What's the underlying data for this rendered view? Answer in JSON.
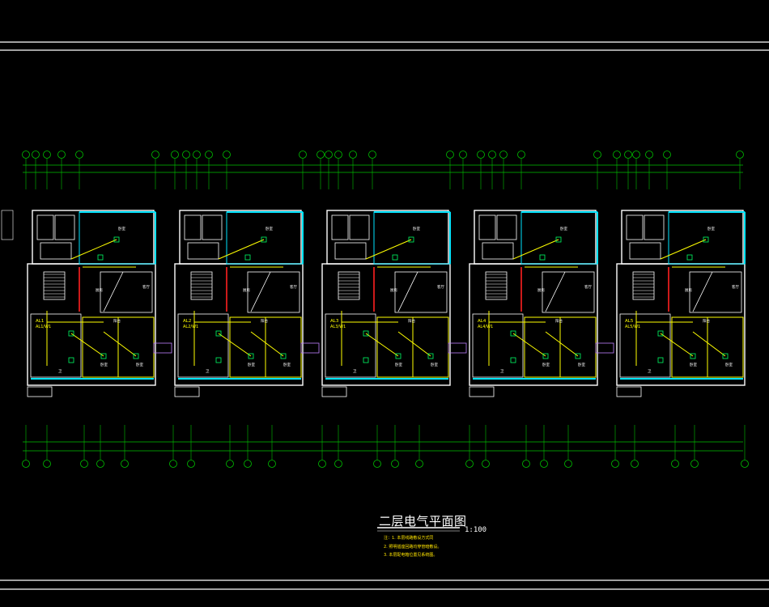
{
  "drawing": {
    "title": "二层电气平面图",
    "scale": "1:100",
    "notes": [
      "注：1. 本层线路敷设方式同",
      "2. 照明插座回路均穿管暗敷设。",
      "3. 本层配电箱位置见系统图。"
    ]
  },
  "units": [
    {
      "panel": [
        "AL1",
        "AL1/W1"
      ],
      "rooms": {
        "bedroom_a": "卧室",
        "bedroom_b": "卧室",
        "bedroom_c": "卧室",
        "living": "客厅",
        "kitchen": "厨房",
        "bath": "卫",
        "balcony": "阳台"
      }
    },
    {
      "panel": [
        "AL2",
        "AL2/W1"
      ],
      "rooms": {
        "bedroom_a": "卧室",
        "bedroom_b": "卧室",
        "bedroom_c": "卧室",
        "living": "客厅",
        "kitchen": "厨房",
        "bath": "卫",
        "balcony": "阳台"
      }
    },
    {
      "panel": [
        "AL3",
        "AL3/W1"
      ],
      "rooms": {
        "bedroom_a": "卧室",
        "bedroom_b": "卧室",
        "bedroom_c": "卧室",
        "living": "客厅",
        "kitchen": "厨房",
        "bath": "卫",
        "balcony": "阳台"
      }
    },
    {
      "panel": [
        "AL4",
        "AL4/W1"
      ],
      "rooms": {
        "bedroom_a": "卧室",
        "bedroom_b": "卧室",
        "bedroom_c": "卧室",
        "living": "客厅",
        "kitchen": "厨房",
        "bath": "卫",
        "balcony": "阳台"
      }
    },
    {
      "panel": [
        "AL5",
        "AL5/W1"
      ],
      "rooms": {
        "bedroom_a": "卧室",
        "bedroom_b": "卧室",
        "bedroom_c": "卧室",
        "living": "客厅",
        "kitchen": "厨房",
        "bath": "卫",
        "balcony": "阳台"
      }
    }
  ],
  "colors": {
    "background": "#000000",
    "wall": "#ffffff",
    "glazing": "#00e5ff",
    "wiring": "#ffff00",
    "dimension": "#00c000",
    "partition": "#ff2020",
    "fixture": "#00ff66",
    "corridor": "#c080ff"
  }
}
